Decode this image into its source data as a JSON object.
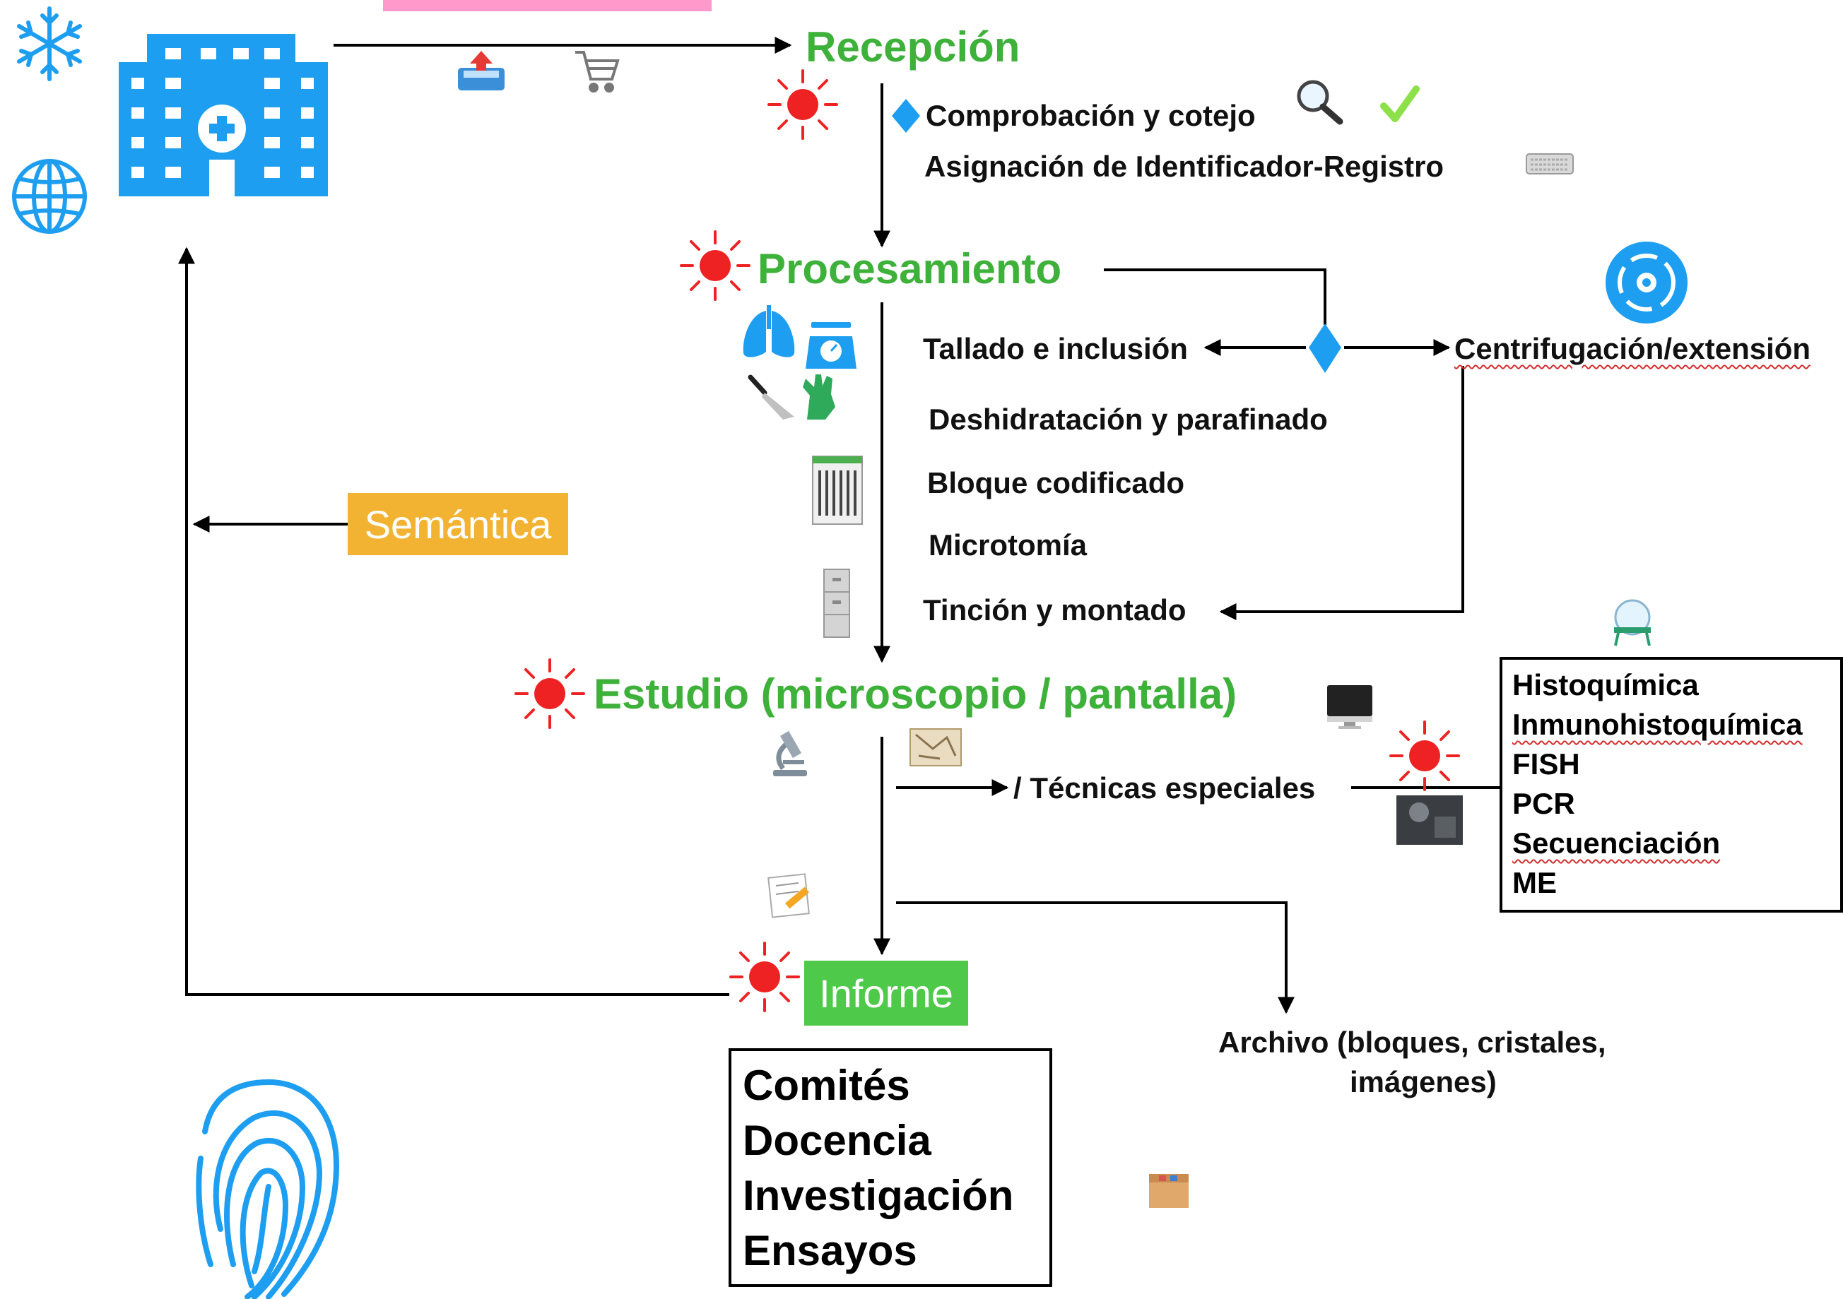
{
  "stages": {
    "reception": "Recepción",
    "processing": "Procesamiento",
    "study": "Estudio (microscopio / pantalla)",
    "report": "Informe"
  },
  "reception_steps": {
    "check": "Comprobación y cotejo",
    "assign": "Asignación de Identificador-Registro"
  },
  "processing_steps": {
    "grossing": "Tallado e inclusión",
    "centrifugation": "Centrifugación/extensión",
    "dehydration": "Deshidratación y parafinado",
    "block": "Bloque codificado",
    "microtomy": "Microtomía",
    "staining": "Tinción y montado"
  },
  "special_techniques": {
    "label": "/ Técnicas especiales",
    "items": [
      "Histoquímica",
      "Inmunohistoquímica",
      "FISH",
      "PCR",
      "Secuenciación",
      "ME"
    ]
  },
  "semantics": "Semántica",
  "archive": {
    "line1": "Archivo (bloques, cristales,",
    "line2": "imágenes)"
  },
  "uses": [
    "Comités",
    "Docencia",
    "Investigación",
    "Ensayos"
  ],
  "colors": {
    "stage_green": "#3eb13a",
    "semantics_bg": "#f3b332",
    "report_bg": "#4ec94a",
    "top_bar": "#ff99cc",
    "icon_blue": "#1e9ef0",
    "risk_red": "#ee2222"
  },
  "icons": [
    "snowflake-icon",
    "globe-icon",
    "hospital-icon",
    "upload-tray-icon",
    "cart-icon",
    "magnifier-icon",
    "checkmark-icon",
    "keyboard-icon",
    "lungs-icon",
    "scale-icon",
    "scalpel-icon",
    "glove-icon",
    "cassette-icon",
    "cabinet-icon",
    "centrifuge-icon",
    "microscope-icon",
    "slide-image-icon",
    "monitor-icon",
    "lab-photo-icon",
    "flask-icon",
    "pencil-note-icon",
    "archive-box-icon",
    "fingerprint-icon",
    "risk-sun-icon"
  ]
}
